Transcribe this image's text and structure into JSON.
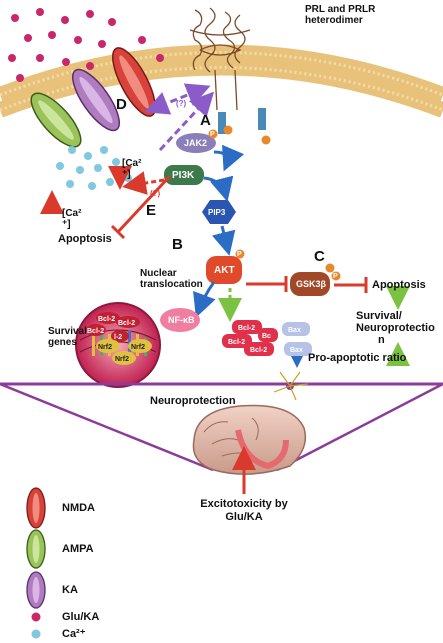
{
  "labels": {
    "receptor": "PRL and PRLR heterodimer",
    "D": "D",
    "A": "A",
    "B": "B",
    "C": "C",
    "E": "E",
    "q1": "(?)",
    "q2": "(?)",
    "jak2": "JAK2",
    "pi3k": "PI3K",
    "pip3": "PIP3",
    "akt": "AKT",
    "gsk3": "GSK3β",
    "nfkb": "NF-κB",
    "ca_in_1": "[Ca²",
    "ca_in_2": "⁺]",
    "ca_out_1": "[Ca²",
    "ca_out_2": "⁺]",
    "apoptosis_left": "Apoptosis",
    "apoptosis_right": "Apoptosis",
    "nuclear_1": "Nuclear",
    "nuclear_2": "translocation",
    "survival_1": "Survival",
    "survival_2": "genes",
    "surv_neuro_1": "Survival/",
    "surv_neuro_2": "Neuroprotectio",
    "surv_neuro_3": "n",
    "proapoptotic": "Pro-apoptotic ratio",
    "neuroprotection": "Neuroprotection",
    "excito_1": "Excitotoxicity by",
    "excito_2": "Glu/KA",
    "p": "P"
  },
  "proteins": {
    "bcl2": "Bcl-2",
    "bcl2_short": "Bc",
    "bcl_l2": "l-2",
    "bax": "Bax",
    "nrf2": "Nrf2"
  },
  "legend": [
    {
      "label": "NMDA",
      "icon": "nmda-receptor-icon"
    },
    {
      "label": "AMPA",
      "icon": "ampa-receptor-icon"
    },
    {
      "label": "KA",
      "icon": "ka-receptor-icon"
    },
    {
      "label": "Glu/KA",
      "icon": "glu-ka-dot-icon"
    },
    {
      "label": "Ca²⁺",
      "icon": "calcium-dot-icon"
    }
  ],
  "colors": {
    "membrane": "#e8c27a",
    "red_arrow": "#d93a2b",
    "blue_arrow": "#2b6cc4",
    "green_arrow": "#7cc242",
    "purple": "#8b5cc9",
    "akt": "#e04a2a",
    "pi3k": "#3c7a4a",
    "pip3": "#2a55b0",
    "jak2": "#8a7fb8",
    "gsk3": "#a04828",
    "nmda": "#d9423a",
    "ampa": "#9ac45a",
    "ka": "#b07cc0",
    "glu": "#c8286a",
    "ca": "#7fc8de"
  }
}
